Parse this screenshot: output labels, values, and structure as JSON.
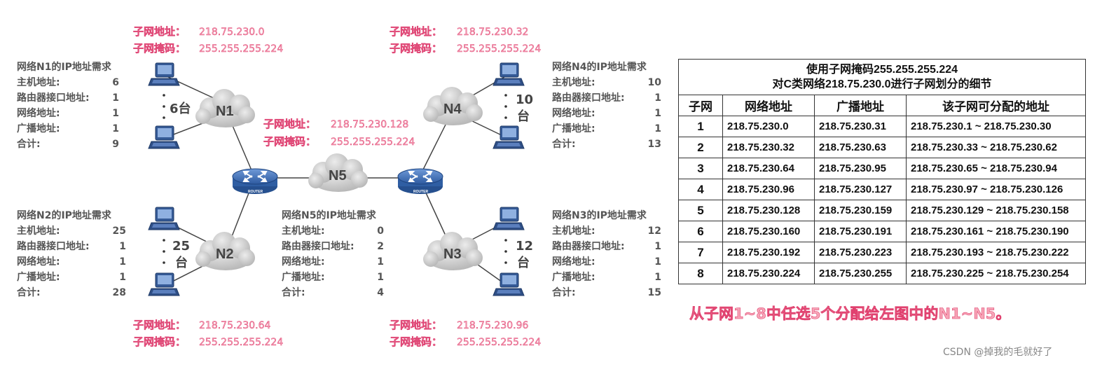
{
  "subnet_boxes": {
    "n1": {
      "addr_label": "子网地址：",
      "addr": "218.75.230.0",
      "mask_label": "子网掩码：",
      "mask": "255.255.255.224"
    },
    "n4": {
      "addr_label": "子网地址：",
      "addr": "218.75.230.32",
      "mask_label": "子网掩码：",
      "mask": "255.255.255.224"
    },
    "n5": {
      "addr_label": "子网地址：",
      "addr": "218.75.230.128",
      "mask_label": "子网掩码：",
      "mask": "255.255.255.224"
    },
    "n2": {
      "addr_label": "子网地址：",
      "addr": "218.75.230.64",
      "mask_label": "子网掩码：",
      "mask": "255.255.255.224"
    },
    "n3": {
      "addr_label": "子网地址：",
      "addr": "218.75.230.96",
      "mask_label": "子网掩码：",
      "mask": "255.255.255.224"
    }
  },
  "requirements": {
    "n1": {
      "title": "网络N1的IP地址需求",
      "rows": [
        [
          "主机地址:",
          "6"
        ],
        [
          "路由器接口地址:",
          "1"
        ],
        [
          "网络地址:",
          "1"
        ],
        [
          "广播地址:",
          "1"
        ],
        [
          "合计:",
          "9"
        ]
      ]
    },
    "n2": {
      "title": "网络N2的IP地址需求",
      "rows": [
        [
          "主机地址:",
          "25"
        ],
        [
          "路由器接口地址:",
          "1"
        ],
        [
          "网络地址:",
          "1"
        ],
        [
          "广播地址:",
          "1"
        ],
        [
          "合计:",
          "28"
        ]
      ]
    },
    "n5": {
      "title": "网络N5的IP地址需求",
      "rows": [
        [
          "主机地址:",
          "0"
        ],
        [
          "路由器接口地址:",
          "2"
        ],
        [
          "网络地址:",
          "1"
        ],
        [
          "广播地址:",
          "1"
        ],
        [
          "合计:",
          "4"
        ]
      ]
    },
    "n4": {
      "title": "网络N4的IP地址需求",
      "rows": [
        [
          "主机地址:",
          "10"
        ],
        [
          "路由器接口地址:",
          "1"
        ],
        [
          "网络地址:",
          "1"
        ],
        [
          "广播地址:",
          "1"
        ],
        [
          "合计:",
          "13"
        ]
      ]
    },
    "n3": {
      "title": "网络N3的IP地址需求",
      "rows": [
        [
          "主机地址:",
          "12"
        ],
        [
          "路由器接口地址:",
          "1"
        ],
        [
          "网络地址:",
          "1"
        ],
        [
          "广播地址:",
          "1"
        ],
        [
          "合计:",
          "15"
        ]
      ]
    }
  },
  "clouds": {
    "n1": "N1",
    "n2": "N2",
    "n3": "N3",
    "n4": "N4",
    "n5": "N5"
  },
  "host_counts": {
    "n1": "6台",
    "n2_num": "25",
    "n2_unit": "台",
    "n3_num": "12",
    "n3_unit": "台",
    "n4_num": "10",
    "n4_unit": "台"
  },
  "router_label": "ROUTER",
  "table": {
    "caption_line1": "使用子网掩码255.255.255.224",
    "caption_line2": "对C类网络218.75.230.0进行子网划分的细节",
    "headers": [
      "子网",
      "网络地址",
      "广播地址",
      "该子网可分配的地址"
    ],
    "rows": [
      [
        "1",
        "218.75.230.0",
        "218.75.230.31",
        "218.75.230.1 ~ 218.75.230.30"
      ],
      [
        "2",
        "218.75.230.32",
        "218.75.230.63",
        "218.75.230.33 ~ 218.75.230.62"
      ],
      [
        "3",
        "218.75.230.64",
        "218.75.230.95",
        "218.75.230.65 ~ 218.75.230.94"
      ],
      [
        "4",
        "218.75.230.96",
        "218.75.230.127",
        "218.75.230.97 ~ 218.75.230.126"
      ],
      [
        "5",
        "218.75.230.128",
        "218.75.230.159",
        "218.75.230.129 ~ 218.75.230.158"
      ],
      [
        "6",
        "218.75.230.160",
        "218.75.230.191",
        "218.75.230.161 ~ 218.75.230.190"
      ],
      [
        "7",
        "218.75.230.192",
        "218.75.230.223",
        "218.75.230.193 ~ 218.75.230.222"
      ],
      [
        "8",
        "218.75.230.224",
        "218.75.230.255",
        "218.75.230.225 ~ 218.75.230.254"
      ]
    ]
  },
  "note": "从子网1~8中任选5个分配给左图中的N1~N5。",
  "credit": "CSDN @掉我的毛就好了",
  "colors": {
    "pink_fill": "#f5a0b4",
    "pink_stroke": "#e04a78",
    "router": "#3b6db3",
    "pc": "#3f5f9a",
    "cloud": "#c9c9c9"
  }
}
